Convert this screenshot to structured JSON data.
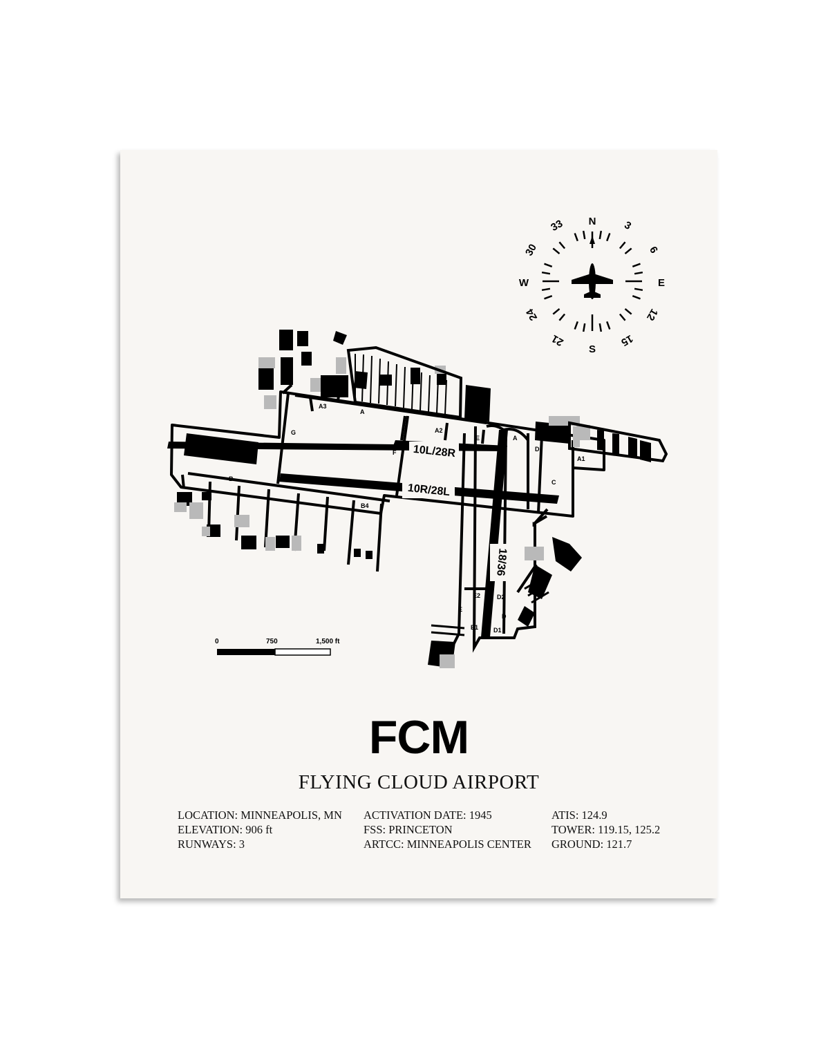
{
  "poster": {
    "code": "FCM",
    "name": "FLYING CLOUD AIRPORT",
    "info_columns": [
      [
        "LOCATION: MINNEAPOLIS, MN",
        "ELEVATION: 906 ft",
        "RUNWAYS: 3"
      ],
      [
        "ACTIVATION DATE: 1945",
        "FSS: PRINCETON",
        "ARTCC: MINNEAPOLIS CENTER"
      ],
      [
        "ATIS: 124.9",
        "TOWER: 119.15, 125.2",
        "GROUND: 121.7"
      ]
    ]
  },
  "compass": {
    "cardinals": [
      "N",
      "E",
      "S",
      "W"
    ],
    "degree_labels": [
      "3",
      "6",
      "12",
      "15",
      "21",
      "24",
      "30",
      "33"
    ],
    "center_icon": "airplane-icon"
  },
  "scale_bar": {
    "labels": [
      "0",
      "750",
      "1,500 ft"
    ]
  },
  "runways": [
    "10L/28R",
    "10R/28L",
    "18/36"
  ],
  "taxiways": [
    "A3",
    "A",
    "A2",
    "E",
    "A",
    "D",
    "A1",
    "G",
    "F",
    "H",
    "B",
    "C",
    "B4",
    "B",
    "E2",
    "D2",
    "D",
    "E",
    "E1",
    "D1"
  ],
  "colors": {
    "paper": "#f8f6f3",
    "ink": "#000000",
    "building_gray": "#b9b9b9"
  }
}
